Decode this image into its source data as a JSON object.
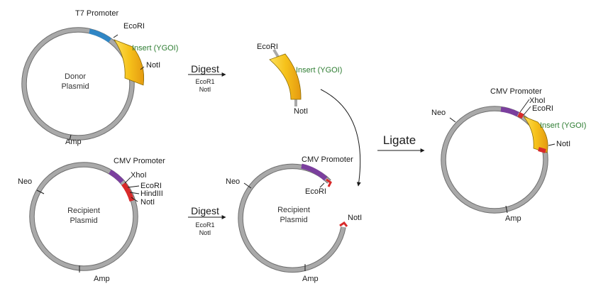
{
  "colors": {
    "backbone": "#a9a9a9",
    "t7_promoter": "#2f86c5",
    "cmv_promoter": "#7b3f9e",
    "insert": "#f6c21b",
    "insert_dark": "#e59a10",
    "restriction_site": "#d82a2a",
    "insert_label": "#2e7d32"
  },
  "donor_plasmid": {
    "center_line1": "Donor",
    "center_line2": "Plasmid",
    "t7_promoter": "T7 Promoter",
    "ecori": "EcoRI",
    "insert": "Insert (YGOI)",
    "noti": "NotI",
    "amp": "Amp"
  },
  "digest_step_top": {
    "label": "Digest",
    "enzyme1": "EcoR1",
    "enzyme2": "NotI"
  },
  "insert_fragment": {
    "ecori": "EcoRI",
    "insert": "Insert (YGOI)",
    "noti": "NotI"
  },
  "recipient_plasmid": {
    "center_line1": "Recipient",
    "center_line2": "Plasmid",
    "cmv_promoter": "CMV Promoter",
    "xhoi": "XhoI",
    "ecori": "EcoRI",
    "hindiii": "HindIII",
    "noti": "NotI",
    "neo": "Neo",
    "amp": "Amp"
  },
  "digest_step_bottom": {
    "label": "Digest",
    "enzyme1": "EcoR1",
    "enzyme2": "NotI"
  },
  "digested_recipient": {
    "center_line1": "Recipient",
    "center_line2": "Plasmid",
    "cmv_promoter": "CMV Promoter",
    "ecori": "EcoRI",
    "noti": "NotI",
    "neo": "Neo",
    "amp": "Amp"
  },
  "ligate_step": {
    "label": "Ligate"
  },
  "final_plasmid": {
    "cmv_promoter": "CMV Promoter",
    "xhoi": "XhoI",
    "ecori": "EcoRI",
    "insert": "Insert (YGOI)",
    "noti": "NotI",
    "neo": "Neo",
    "amp": "Amp"
  }
}
